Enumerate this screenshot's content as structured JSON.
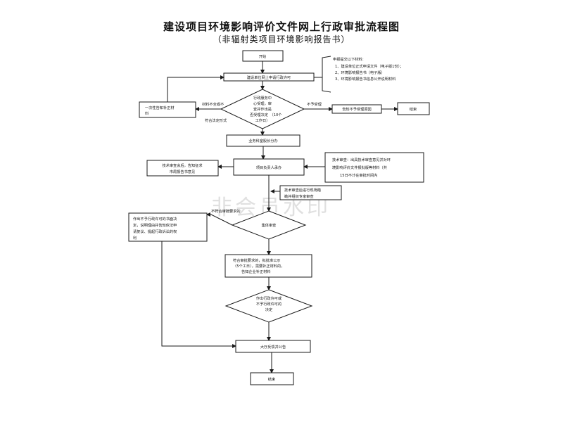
{
  "title": "建设项目环境影响评价文件网上行政审批流程图",
  "subtitle": "（非辐射类项目环境影响报告书）",
  "watermark": "非会员水印",
  "nodes": {
    "start": "开始",
    "apply": "建设单位网上申请行政许可",
    "materials_head": "申报提交以下材料：",
    "materials_1": "1、建设单位正式申请文件（电子版1份）；",
    "materials_2": "2、环境影响报告书（电子版）",
    "materials_3": "3、环境影响报告书信息公开说明材料",
    "check_1": "行政服务中",
    "check_2": "心受理，审",
    "check_3": "查并作出是",
    "check_4": "否受理决定",
    "check_5": "（10个",
    "check_6": "工作日）",
    "supplement_1": "一次性告知补正材",
    "supplement_2": "料",
    "notify_reject": "告知不予受理原因",
    "end_right": "结束",
    "assign": "业务科室股长分办",
    "opinion_1": "技术审查会后，告知征求",
    "opinion_2": "市局报告书意见",
    "officer": "项目负责人承办",
    "tech_1": "技术审查：出具技术审查意见并对环",
    "tech_2": "境影响评价文件报批版等材料（共",
    "tech_3": "15日不计在审批时间内",
    "fieldcheck_1": "技术审查后进行现场踏",
    "fieldcheck_2": "勘并组织专家审查",
    "review": "集体审查",
    "deny_1": "作出不予行政许可的书面决",
    "deny_2": "定，说明理由并告知依法申",
    "deny_3": "请复议、提起行政诉讼的权",
    "deny_4": "利",
    "publicity_1": "符合审批要求的，拟批准公示",
    "publicity_2": "（5个工日），需要补正材料的，",
    "publicity_3": "告知企业补正材料",
    "decision_1": "作出行政许可或",
    "decision_2": "不予行政许可的",
    "decision_3": "决定",
    "announce": "大厅反馈并公告",
    "end_bottom": "结束"
  },
  "edge_labels": {
    "incomplete": "材料不全或不",
    "reject": "不予受理",
    "accept": "符合法定形式",
    "nonconform": "不符合审批要求的"
  }
}
